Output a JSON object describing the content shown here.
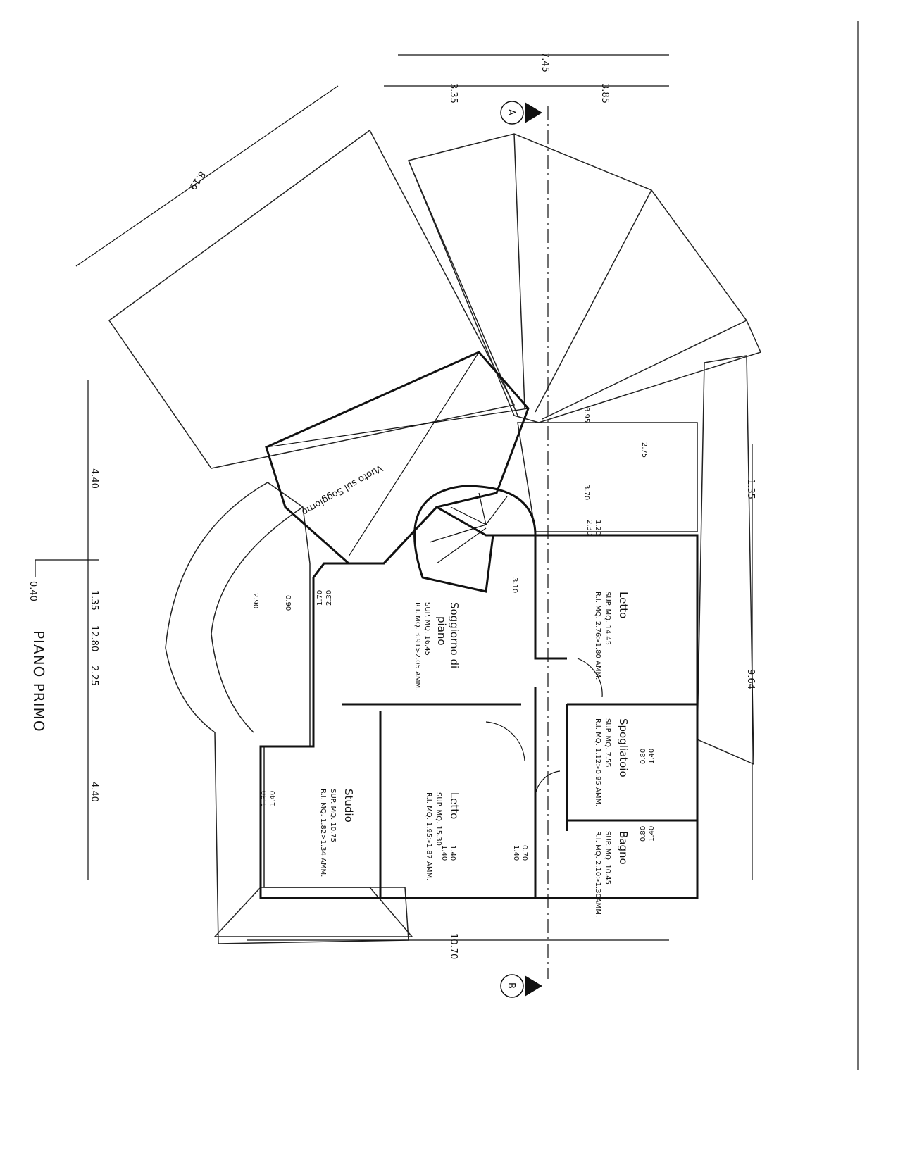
{
  "title": "PIANO PRIMO",
  "void_label": "Vuoto sul Soggiorno",
  "section_markers": [
    "A",
    "B"
  ],
  "rooms": [
    {
      "name": "Soggiorno di",
      "name2": "piano",
      "sup": "SUP. MQ. 16.45",
      "ri": "R.I. MQ. 3.91>2.05 AMM."
    },
    {
      "name": "Letto",
      "sup": "SUP. MQ. 14.45",
      "ri": "R.I. MQ. 2.76>1.80 AMM."
    },
    {
      "name": "Spogliatoio",
      "sup": "SUP. MQ. 7.55",
      "ri": "R.I. MQ. 1.12>0.95 AMM."
    },
    {
      "name": "Bagno",
      "sup": "SUP. MQ. 10.45",
      "ri": "R.I. MQ. 2.10>1.30AMM."
    },
    {
      "name": "Letto",
      "sup": "SUP. MQ. 15.30",
      "ri": "R.I. MQ. 1.95>1.87 AMM."
    },
    {
      "name": "Studio",
      "sup": "SUP. MQ. 10.75",
      "ri": "R.I. MQ. 1.82>1.34 AMM."
    }
  ],
  "dimensions": {
    "top_total": "7.45",
    "top_left": "3.35",
    "top_right": "3.85",
    "diagonal": "8.19",
    "left": [
      "4.40",
      "1.35",
      "2.25",
      "4.40"
    ],
    "left_total": "12.80",
    "left_offset": "0.40",
    "bottom": "10.70",
    "right_total": "9.64",
    "right_top": "1.35",
    "inner": [
      "3.95",
      "2.75",
      "3.70",
      "1.20",
      "2.30",
      "3.10",
      "2.90",
      "0.90",
      "2.30",
      "1.70",
      "1.40",
      "0.80",
      "1.40",
      "0.80",
      "1.40",
      "1.40",
      "0.70",
      "1.40",
      "1.40",
      "1.30"
    ]
  }
}
